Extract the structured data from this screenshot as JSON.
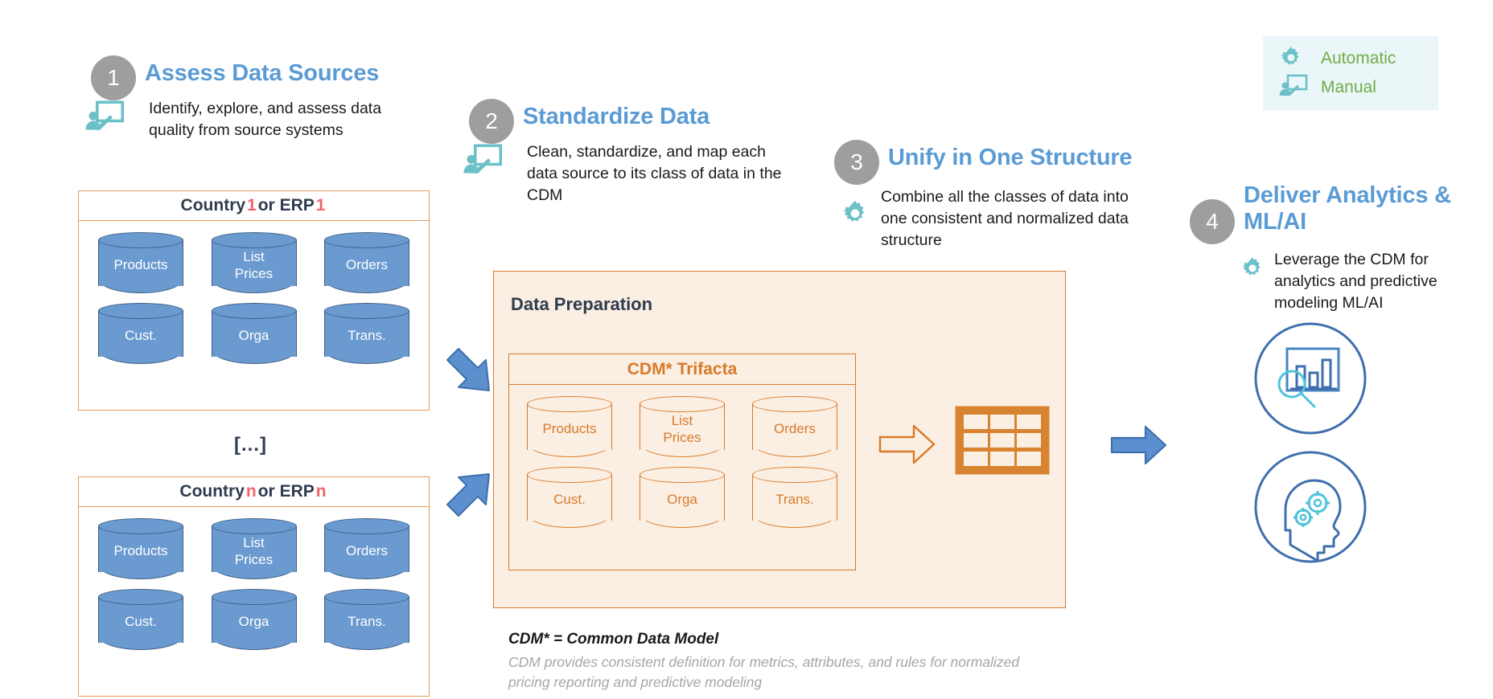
{
  "legend": {
    "background": "#eaf6f7",
    "text_color": "#70ad47",
    "items": [
      {
        "icon": "gear-icon",
        "label": "Automatic"
      },
      {
        "icon": "manual-presentation-icon",
        "label": "Manual"
      }
    ]
  },
  "steps": [
    {
      "number": "1",
      "title": "Assess Data Sources",
      "description": "Identify, explore, and assess data quality from source systems",
      "icon": "manual-presentation-icon"
    },
    {
      "number": "2",
      "title": "Standardize Data",
      "description": "Clean, standardize, and map each data source to its class of data in the CDM",
      "icon": "manual-presentation-icon"
    },
    {
      "number": "3",
      "title": "Unify in One Structure",
      "description": "Combine all the classes of data into one consistent and normalized data structure",
      "icon": "gear-icon"
    },
    {
      "number": "4",
      "title": "Deliver Analytics & ML/AI",
      "description": "Leverage the CDM for analytics and predictive modeling ML/AI",
      "icon": "gear-icon"
    }
  ],
  "sources": {
    "box1": {
      "title_prefix": "Country ",
      "title_index": "1",
      "title_middle": " or ERP ",
      "title_index2": "1",
      "cylinders_row1": [
        "Products",
        "List\nPrices",
        "Orders"
      ],
      "cylinders_row2": [
        "Cust.",
        "Orga",
        "Trans."
      ]
    },
    "ellipsis": "[...]",
    "box2": {
      "title_prefix": "Country ",
      "title_index": "n",
      "title_middle": " or ERP ",
      "title_index2": "n",
      "cylinders_row1": [
        "Products",
        "List\nPrices",
        "Orders"
      ],
      "cylinders_row2": [
        "Cust.",
        "Orga",
        "Trans."
      ]
    }
  },
  "preparation": {
    "title": "Data Preparation",
    "cdm_title": "CDM* Trifacta",
    "cylinders_row1": [
      "Products",
      "List\nPrices",
      "Orders"
    ],
    "cylinders_row2": [
      "Cust.",
      "Orga",
      "Trans."
    ],
    "output_icon": "table-grid-icon",
    "transform_arrow": "arrow-right-outline-icon"
  },
  "footnote": {
    "title": "CDM* = Common Data Model",
    "text": "CDM provides consistent definition for metrics, attributes, and rules for normalized pricing reporting and predictive modeling"
  },
  "outcomes": [
    {
      "icon": "analytics-chart-search-icon"
    },
    {
      "icon": "ai-head-gears-icon"
    }
  ],
  "colors": {
    "accent_blue": "#5b9bd5",
    "accent_orange": "#d77b2b",
    "accent_teal": "#6cc0c8",
    "accent_green": "#70ad47",
    "highlight_red": "#f4636b",
    "cylinder_blue": "#6a9ad0",
    "prep_bg": "#fbeee2",
    "step_circle_gray": "#9e9e9e"
  }
}
